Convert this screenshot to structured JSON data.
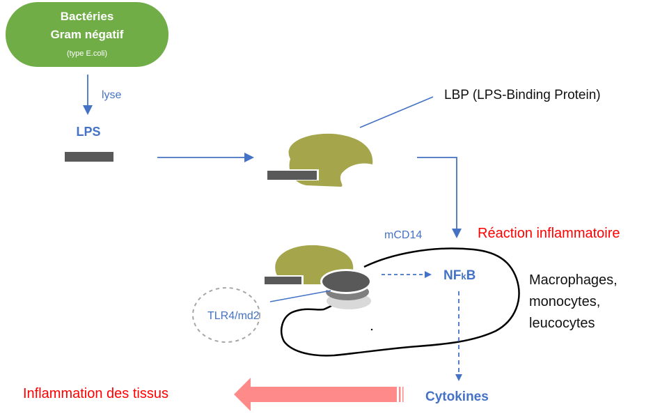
{
  "colors": {
    "bacteria_fill": "#70AD47",
    "protein_fill": "#A5A54C",
    "lps_bar": "#595959",
    "arrow_blue": "#4472C4",
    "inflammation_red": "#FF0000",
    "big_arrow_pink": "#FF8A8A",
    "receptor_dark": "#595959",
    "receptor_mid": "#7F7F7F",
    "receptor_light": "#D9D9D9",
    "tlr_dashed": "#A6A6A6",
    "cell_outline": "#000000"
  },
  "bacteria": {
    "line1": "Bactéries",
    "line2": "Gram négatif",
    "line3": "(type E.coli)"
  },
  "labels": {
    "lyse": "lyse",
    "lps": "LPS",
    "lbp": "LBP (LPS-Binding Protein)",
    "mcd14": "mCD14",
    "reaction": "Réaction inflammatoire",
    "nfkb_nf": "NF",
    "nfkb_k": "k",
    "nfkb_b": "B",
    "tlr4": "TLR4/md2",
    "cell_types": [
      "Macrophages,",
      "monocytes,",
      "leucocytes"
    ],
    "cytokines": "Cytokines",
    "inflammation_tissus": "Inflammation des tissus"
  }
}
